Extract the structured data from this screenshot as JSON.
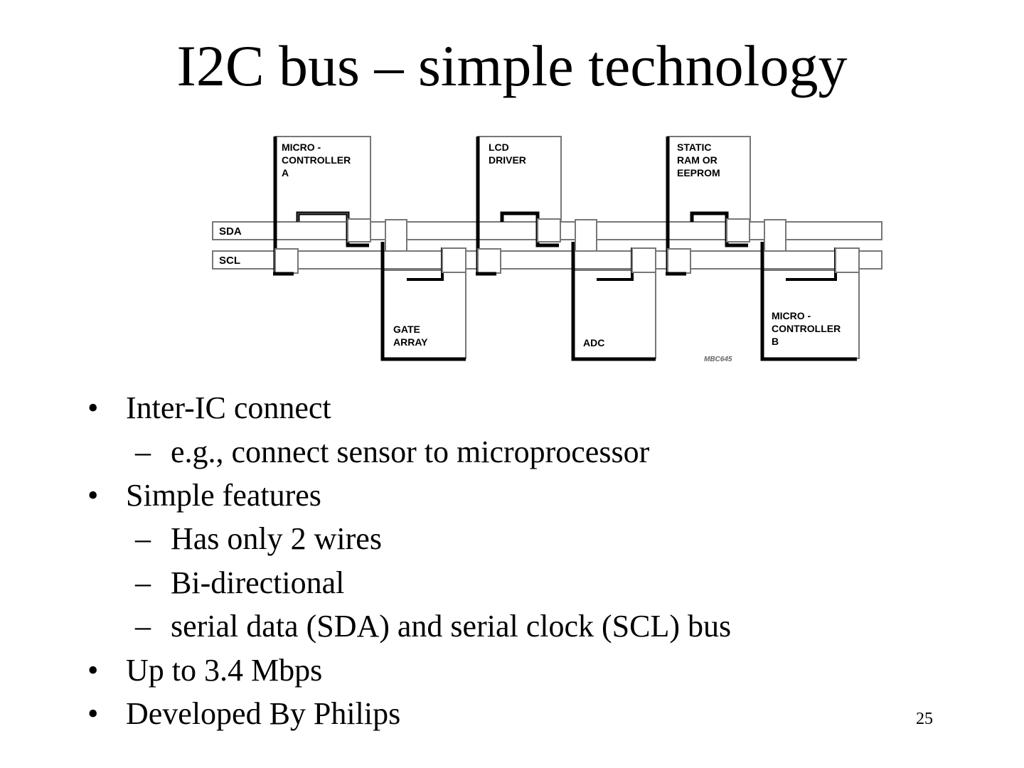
{
  "slide": {
    "title": "I2C bus – simple technology",
    "page_number": "25"
  },
  "diagram": {
    "bus_labels": {
      "sda": "SDA",
      "scl": "SCL"
    },
    "devices": {
      "micro_a": [
        "MICRO -",
        "CONTROLLER",
        "A"
      ],
      "lcd": [
        "LCD",
        "DRIVER"
      ],
      "sram": [
        "STATIC",
        "RAM OR",
        "EEPROM"
      ],
      "gate": [
        "GATE",
        "ARRAY"
      ],
      "adc": [
        "ADC"
      ],
      "micro_b": [
        "MICRO -",
        "CONTROLLER",
        "B"
      ]
    },
    "figure_code": "MBC645"
  },
  "bullets": [
    {
      "level": 1,
      "marker": "•",
      "text": "Inter-IC connect"
    },
    {
      "level": 2,
      "marker": "–",
      "text": "e.g., connect sensor to microprocessor"
    },
    {
      "level": 1,
      "marker": "•",
      "text": "Simple features"
    },
    {
      "level": 2,
      "marker": "–",
      "text": "Has only 2 wires"
    },
    {
      "level": 2,
      "marker": "–",
      "text": "Bi-directional"
    },
    {
      "level": 2,
      "marker": "–",
      "text": "serial data (SDA) and serial clock (SCL) bus"
    },
    {
      "level": 1,
      "marker": "•",
      "text": "Up to 3.4 Mbps"
    },
    {
      "level": 1,
      "marker": "•",
      "text": "Developed By Philips"
    }
  ]
}
